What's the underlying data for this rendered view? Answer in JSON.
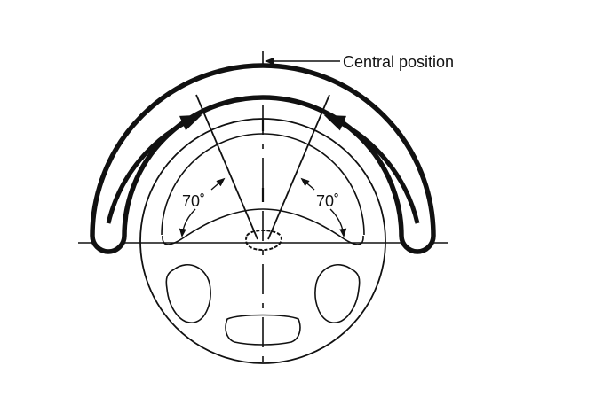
{
  "diagram": {
    "central_label": "Central position",
    "left_angle": "70˚",
    "right_angle": "70˚"
  },
  "colors": {
    "ink": "#111111",
    "background": "#ffffff"
  }
}
